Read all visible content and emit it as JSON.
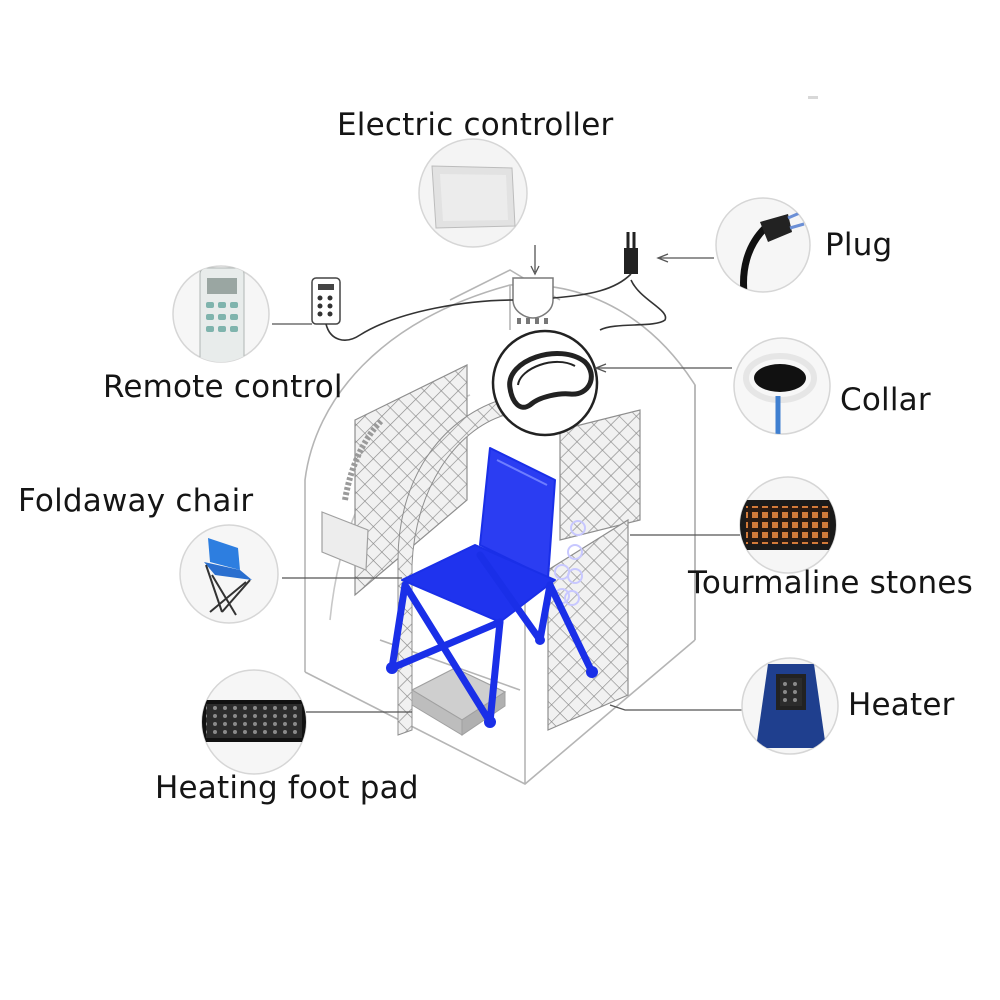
{
  "labels": {
    "electric_controller": "Electric controller",
    "plug": "Plug",
    "remote_control": "Remote control",
    "collar": "Collar",
    "foldaway_chair": "Foldaway chair",
    "tourmaline_stones": "Tourmaline stones",
    "heater": "Heater",
    "heating_foot_pad": "Heating foot pad"
  },
  "colors": {
    "chair": "#1a2fe8",
    "outline": "#b5b5b5",
    "leader": "#555555",
    "text": "#151515"
  }
}
